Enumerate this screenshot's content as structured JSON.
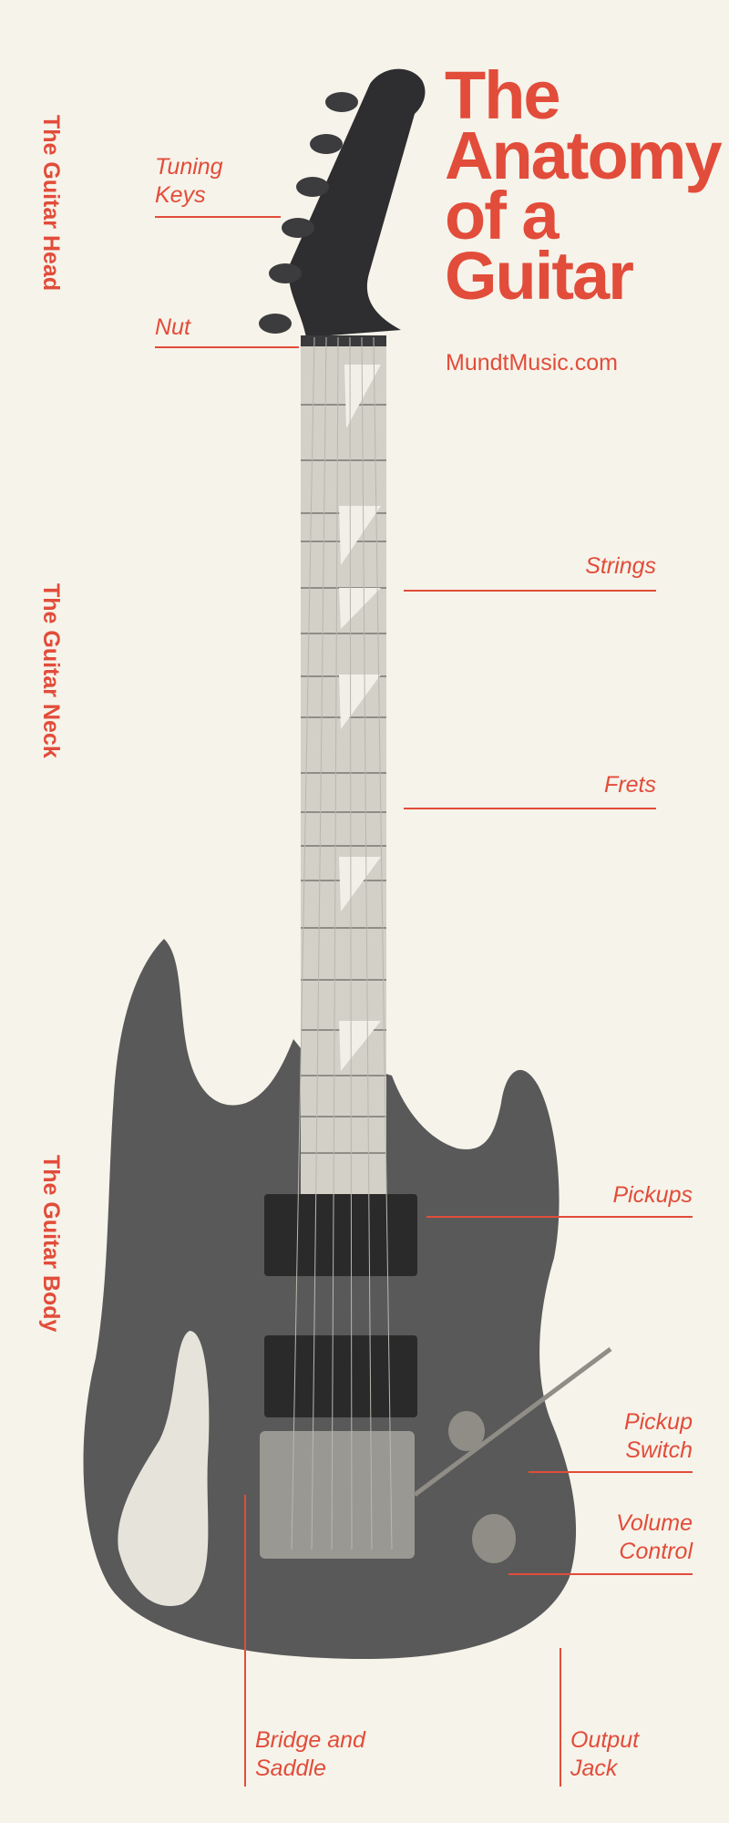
{
  "title": {
    "lines": [
      "The",
      "Anatomy",
      "of a",
      "Guitar"
    ]
  },
  "website": "MundtMusic.com",
  "sections": {
    "head": "The Guitar Head",
    "neck": "The Guitar Neck",
    "body": "The Guitar Body"
  },
  "parts": {
    "tuning_keys": [
      "Tuning",
      "Keys"
    ],
    "nut": [
      "Nut"
    ],
    "strings": [
      "Strings"
    ],
    "frets": [
      "Frets"
    ],
    "pickups": [
      "Pickups"
    ],
    "pickup_switch": [
      "Pickup",
      "Switch"
    ],
    "volume_control": [
      "Volume",
      "Control"
    ],
    "bridge_and_saddle": [
      "Bridge and",
      "Saddle"
    ],
    "output_jack": [
      "Output",
      "Jack"
    ]
  },
  "colors": {
    "accent": "#e24c3a",
    "background": "#f6f3ea",
    "guitar_body": "#59595a",
    "fretboard": "#d2d0c7"
  }
}
